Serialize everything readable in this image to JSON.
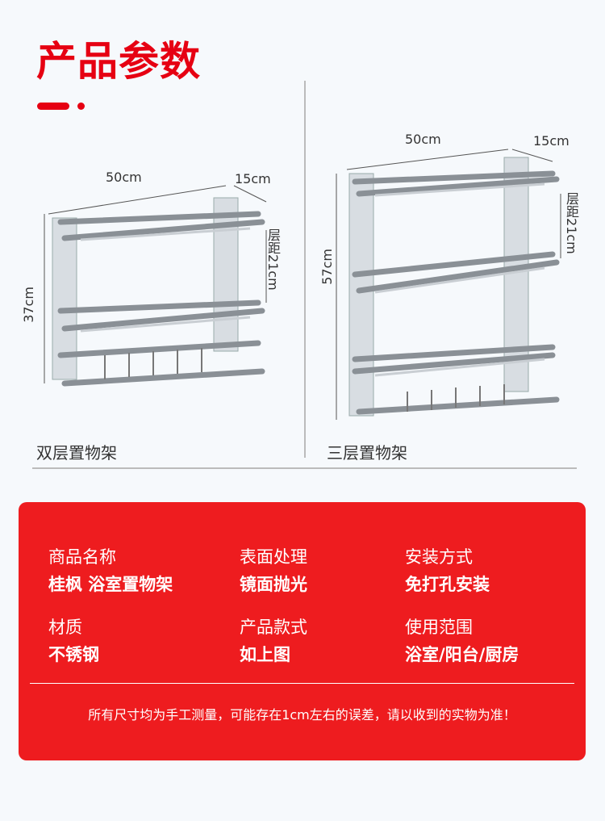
{
  "header": {
    "title": "产品参数"
  },
  "double_rack": {
    "width": "50cm",
    "depth": "15cm",
    "spacing": "层距21cm",
    "height": "37cm",
    "caption": "双层置物架"
  },
  "triple_rack": {
    "width": "50cm",
    "depth": "15cm",
    "spacing": "层距21cm",
    "height": "57cm",
    "caption": "三层置物架"
  },
  "specs": [
    {
      "label": "商品名称",
      "value": "桂枫 浴室置物架"
    },
    {
      "label": "表面处理",
      "value": "镜面抛光"
    },
    {
      "label": "安装方式",
      "value": "免打孔安装"
    },
    {
      "label": "材质",
      "value": "不锈钢"
    },
    {
      "label": "产品款式",
      "value": "如上图"
    },
    {
      "label": "使用范围",
      "value": "浴室/阳台/厨房"
    }
  ],
  "note": "所有尺寸均为手工测量，可能存在1cm左右的误差，请以收到的实物为准！",
  "colors": {
    "accent": "#e60012",
    "card": "#ee1c1f"
  }
}
